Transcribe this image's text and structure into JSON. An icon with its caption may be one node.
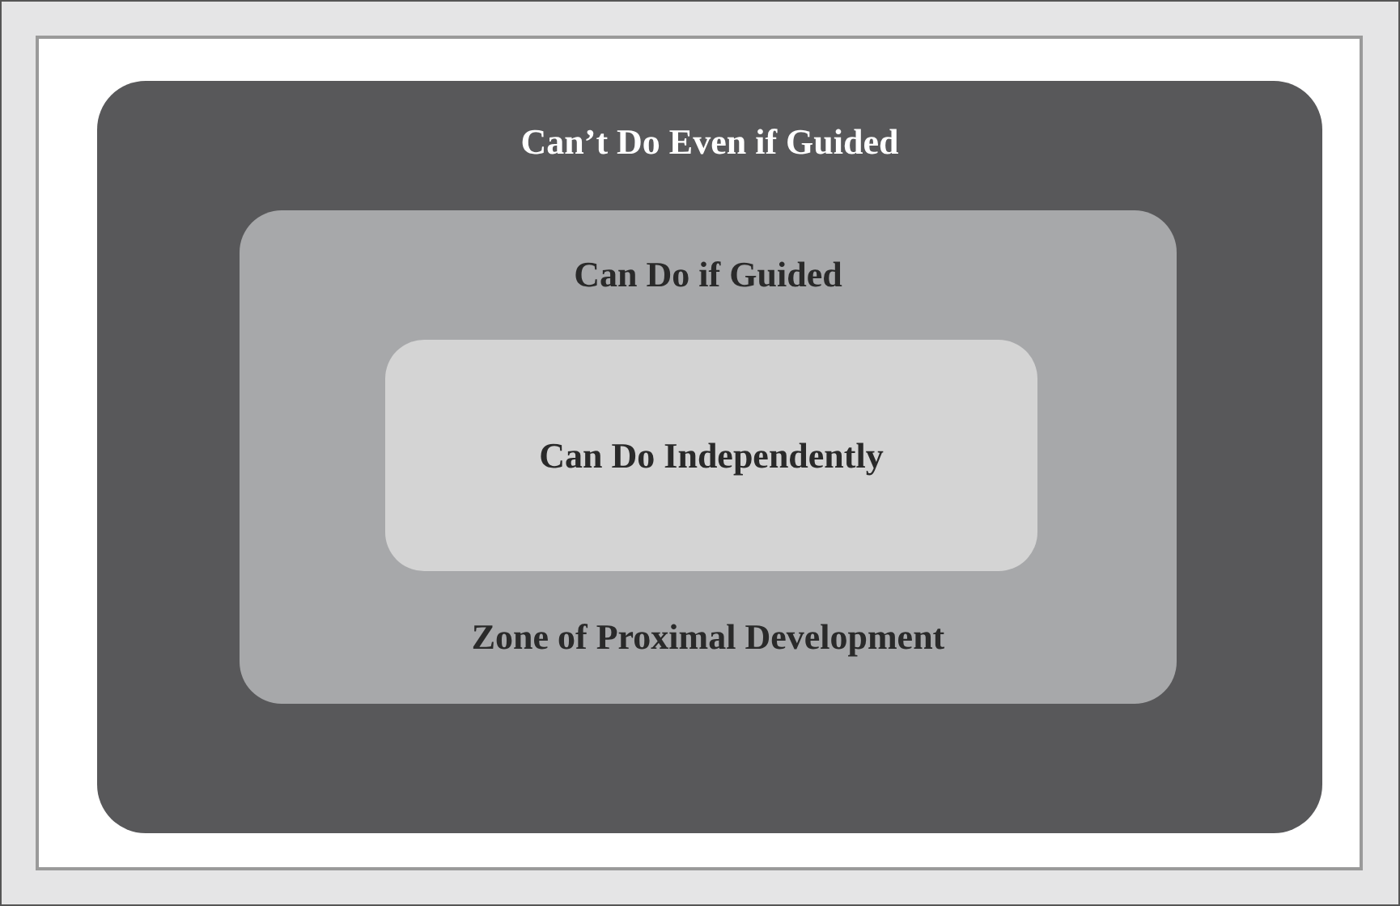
{
  "diagram": {
    "nodes": [
      {
        "text": [
          "Can’t Do Even if Guided"
        ]
      },
      {
        "text": [
          "Can Do if Guided",
          "Zone of Proximal Development"
        ],
        "in": 0
      },
      {
        "text": [
          "Can Do Independently"
        ],
        "in": 1
      }
    ]
  }
}
